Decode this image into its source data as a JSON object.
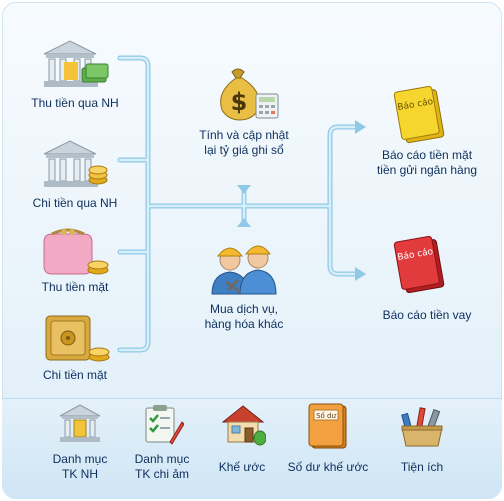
{
  "left_items": [
    {
      "label": "Thu tiền qua NH",
      "icon": "bank-money-icon"
    },
    {
      "label": "Chi tiền qua NH",
      "icon": "bank-coins-icon"
    },
    {
      "label": "Thu tiền mặt",
      "icon": "wallet-icon"
    },
    {
      "label": "Chi tiền mặt",
      "icon": "safe-icon"
    }
  ],
  "center_top": {
    "line1": "Tính và cập nhật",
    "line2": "lại tỷ giá ghi sổ",
    "icon": "money-bag-calculator-icon"
  },
  "center_bottom": {
    "line1": "Mua dịch vụ,",
    "line2": "hàng hóa khác",
    "icon": "workers-icon"
  },
  "right_items": [
    {
      "line1": "Báo cáo tiền mặt",
      "line2": "tiền gửi ngân hàng",
      "book_title": "Báo cáo",
      "icon": "yellow-report-book-icon"
    },
    {
      "line1": "Báo cáo tiền vay",
      "line2": "",
      "book_title": "Báo cáo",
      "icon": "red-report-book-icon"
    }
  ],
  "bottom_bar": [
    {
      "line1": "Danh mục",
      "line2": "TK NH",
      "icon": "bank-icon"
    },
    {
      "line1": "Danh mục",
      "line2": "TK chi ảm",
      "icon": "checklist-icon"
    },
    {
      "line1": "Khế ước",
      "line2": "",
      "icon": "house-icon"
    },
    {
      "line1": "Số dư khế ước",
      "line2": "",
      "book_title": "Số dư",
      "icon": "orange-folder-icon"
    },
    {
      "line1": "Tiện ích",
      "line2": "",
      "icon": "toolbox-icon"
    }
  ],
  "colors": {
    "connector": "#bfe3f3",
    "connector_edge": "#8fc9e6",
    "label": "#0d2f5c"
  }
}
